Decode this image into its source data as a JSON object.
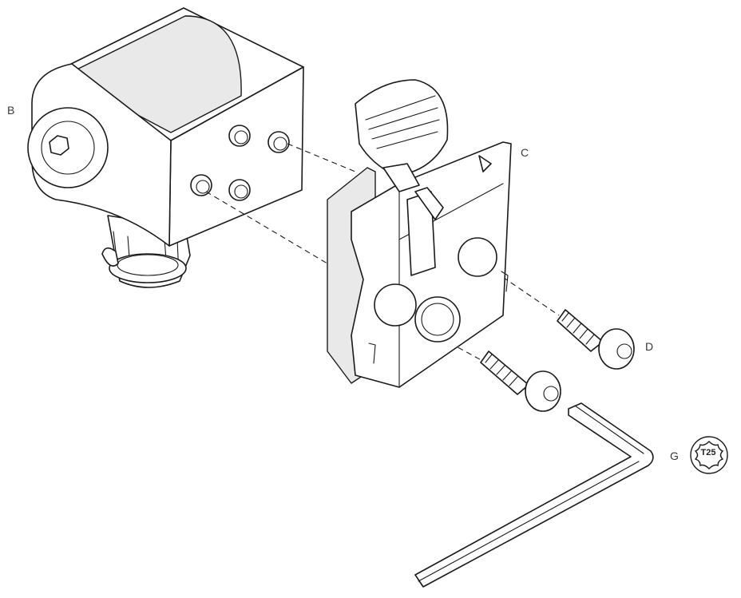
{
  "labels": {
    "b": "B",
    "c": "C",
    "d": "D",
    "g": "G",
    "torx_size": "T25"
  },
  "icons": {
    "torx_badge": "torx-star-icon"
  },
  "colors": {
    "line": "#1a1a1a",
    "fill": "#ffffff",
    "shade": "#e9e9e9"
  }
}
